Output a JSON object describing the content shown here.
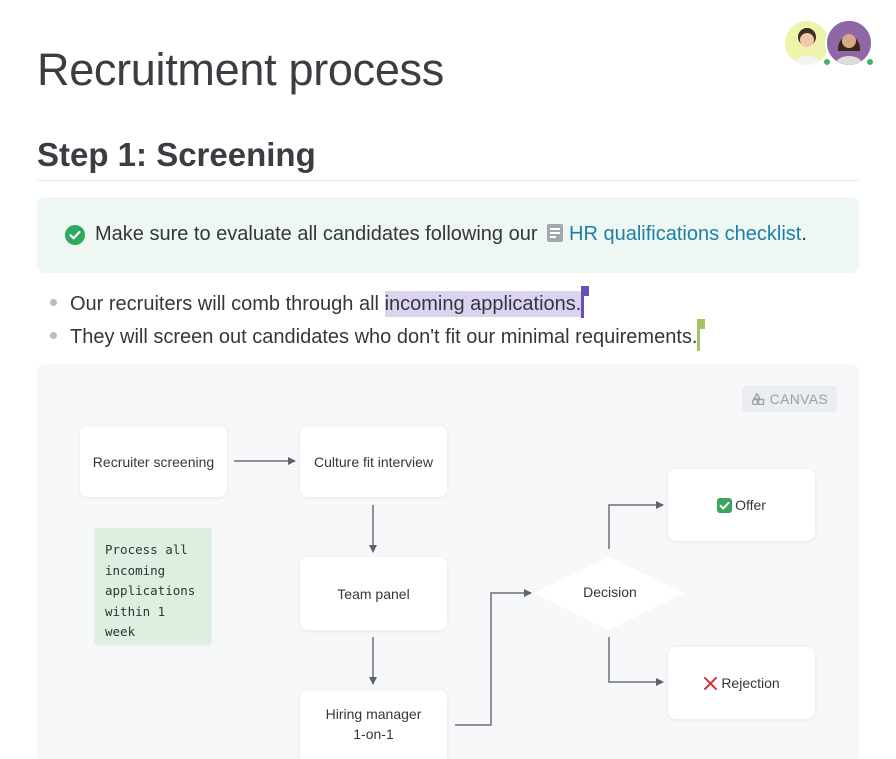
{
  "page": {
    "title": "Recruitment process",
    "heading": "Step 1: Screening"
  },
  "presence": {
    "avatars": [
      {
        "name": "collaborator-1",
        "bg": "#eef4a9"
      },
      {
        "name": "collaborator-2",
        "bg": "#8f67a6"
      }
    ],
    "status_color": "#3fb65f"
  },
  "callout": {
    "icon": "check-circle-icon",
    "text_before": "Make sure to evaluate all candidates following our",
    "link_icon": "document-icon",
    "link_text": "HR qualifications checklist",
    "text_after": ".",
    "bg": "#eef7f1",
    "link_color": "#1d7fa8"
  },
  "bullets": [
    {
      "before": "Our recruiters will comb through all ",
      "highlight": "incoming applications.",
      "cursor_color": "#6a4fb8"
    },
    {
      "before": "They will screen out candidates who don't fit our minimal requirements.",
      "highlight": "",
      "cursor_color": "#a3c45c"
    }
  ],
  "canvas": {
    "badge_icon": "canvas-icon",
    "badge_label": "CANVAS",
    "nodes": {
      "recruiter_screening": "Recruiter screening",
      "culture_fit": "Culture fit interview",
      "team_panel": "Team panel",
      "hiring_manager_line1": "Hiring manager",
      "hiring_manager_line2": "1-on-1",
      "decision": "Decision",
      "offer": "Offer",
      "rejection": "Rejection"
    },
    "sticky_note": [
      "Process all",
      "incoming",
      "applications",
      "within 1 week"
    ],
    "offer_icon": "check-mark-icon",
    "rejection_icon": "cross-mark-icon"
  }
}
